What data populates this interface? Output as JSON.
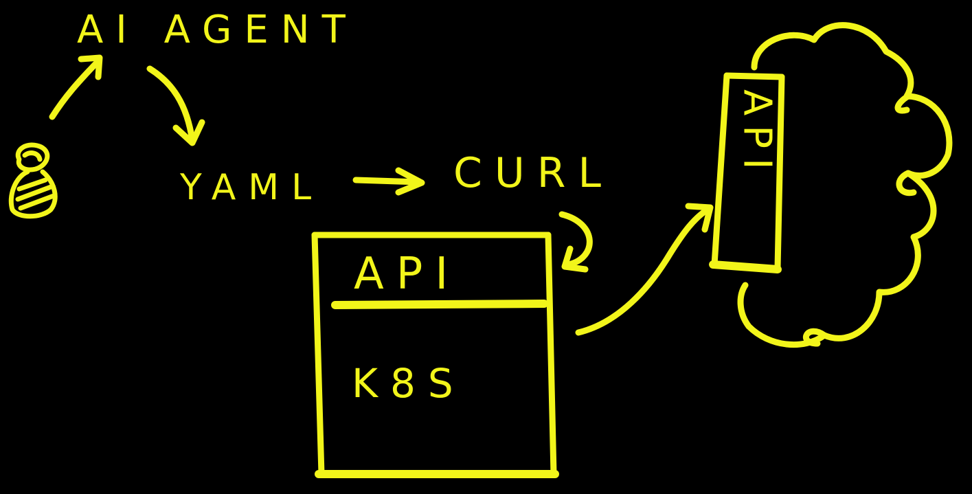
{
  "labels": {
    "agent": "AI AGENT",
    "yaml": "YAML",
    "curl": "CURL",
    "api_box_header": "API",
    "k8s": "K8S",
    "cloud_api": "API"
  },
  "colors": {
    "background": "#000000",
    "marker": "#f2f51a"
  },
  "icons": {
    "user": "user-figure-icon",
    "cloud": "cloud-icon"
  }
}
